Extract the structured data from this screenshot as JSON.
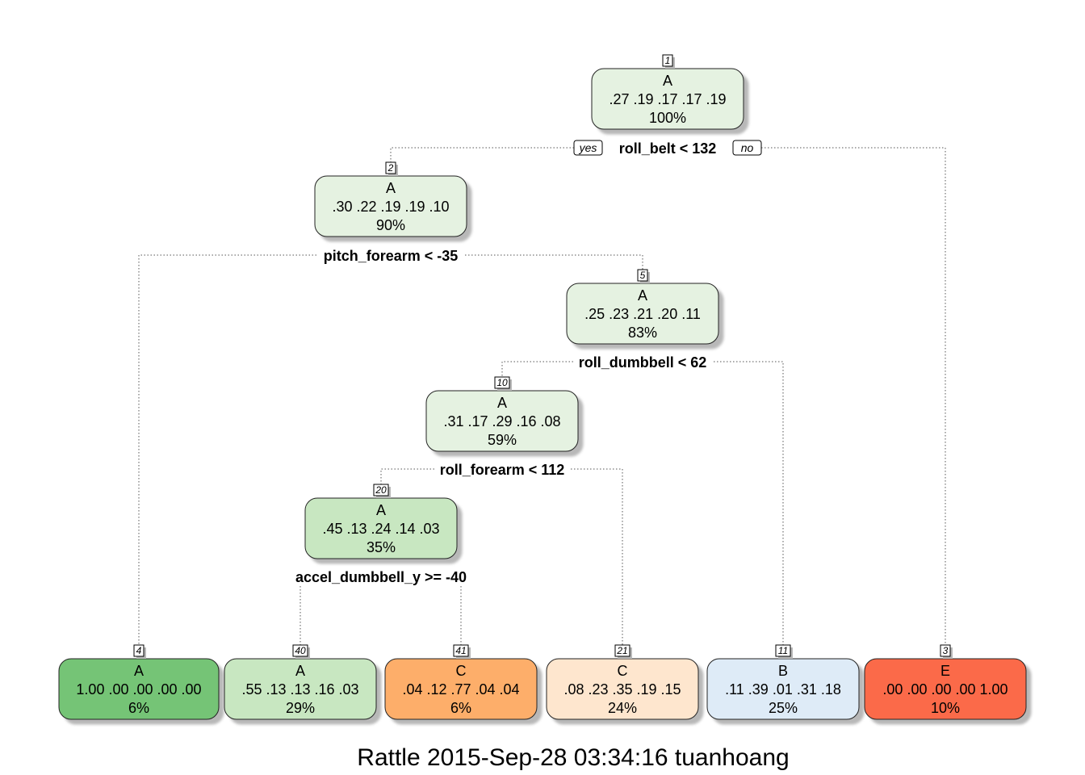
{
  "nodes": [
    {
      "id": "1",
      "cls": "A",
      "probs": ".27  .19  .17  .17  .19",
      "pct": "100%",
      "fill": "#e5f2e1"
    },
    {
      "id": "2",
      "cls": "A",
      "probs": ".30  .22  .19  .19  .10",
      "pct": "90%",
      "fill": "#e5f2e1"
    },
    {
      "id": "5",
      "cls": "A",
      "probs": ".25  .23  .21  .20  .11",
      "pct": "83%",
      "fill": "#e5f2e1"
    },
    {
      "id": "10",
      "cls": "A",
      "probs": ".31  .17  .29  .16  .08",
      "pct": "59%",
      "fill": "#e5f2e1"
    },
    {
      "id": "20",
      "cls": "A",
      "probs": ".45  .13  .24  .14  .03",
      "pct": "35%",
      "fill": "#c8e7c1"
    },
    {
      "id": "4",
      "cls": "A",
      "probs": "1.00  .00  .00  .00  .00",
      "pct": "6%",
      "fill": "#74c476"
    },
    {
      "id": "40",
      "cls": "A",
      "probs": ".55  .13  .13  .16  .03",
      "pct": "29%",
      "fill": "#c8e7c1"
    },
    {
      "id": "41",
      "cls": "C",
      "probs": ".04  .12  .77  .04  .04",
      "pct": "6%",
      "fill": "#fdae6b"
    },
    {
      "id": "21",
      "cls": "C",
      "probs": ".08  .23  .35  .19  .15",
      "pct": "24%",
      "fill": "#fee6ce"
    },
    {
      "id": "11",
      "cls": "B",
      "probs": ".11  .39  .01  .31  .18",
      "pct": "25%",
      "fill": "#deebf7"
    },
    {
      "id": "3",
      "cls": "E",
      "probs": ".00  .00  .00  .00  1.00",
      "pct": "10%",
      "fill": "#fb6a4a"
    }
  ],
  "splits": [
    {
      "node": "1",
      "label": "roll_belt < 132"
    },
    {
      "node": "2",
      "label": "pitch_forearm < -35"
    },
    {
      "node": "5",
      "label": "roll_dumbbell < 62"
    },
    {
      "node": "10",
      "label": "roll_forearm < 112"
    },
    {
      "node": "20",
      "label": "accel_dumbbell_y >= -40"
    }
  ],
  "branch_labels": {
    "yes": "yes",
    "no": "no"
  },
  "caption": "Rattle 2015-Sep-28 03:34:16 tuanhoang"
}
